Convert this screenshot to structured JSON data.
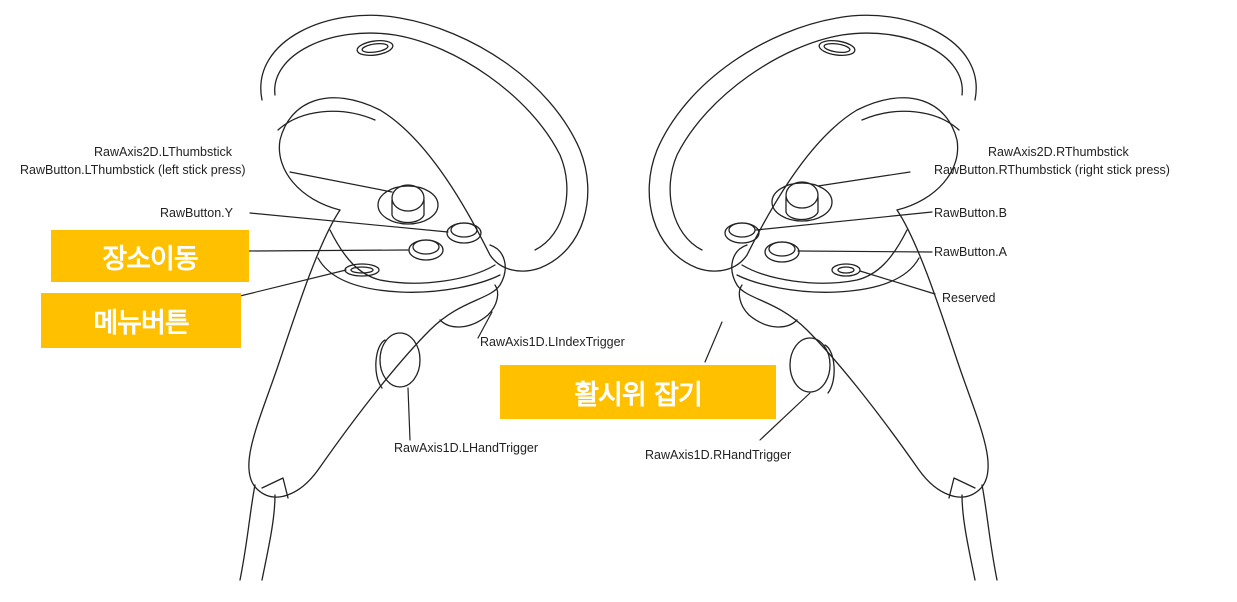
{
  "labels": {
    "l_thumbstick_axis": "RawAxis2D.LThumbstick",
    "l_thumbstick_button": "RawButton.LThumbstick (left stick press)",
    "button_y": "RawButton.Y",
    "l_index_trigger": "RawAxis1D.LIndexTrigger",
    "l_hand_trigger": "RawAxis1D.LHandTrigger",
    "r_thumbstick_axis": "RawAxis2D.RThumbstick",
    "r_thumbstick_button": "RawButton.RThumbstick (right stick press)",
    "button_b": "RawButton.B",
    "button_a": "RawButton.A",
    "reserved": "Reserved",
    "r_hand_trigger": "RawAxis1D.RHandTrigger"
  },
  "highlights": {
    "move": "장소이동",
    "menu": "메뉴버튼",
    "grab_bow": "활시위 잡기"
  },
  "colors": {
    "highlight_bg": "#FFC000",
    "highlight_text": "#FFFFFF",
    "line": "#222222"
  }
}
